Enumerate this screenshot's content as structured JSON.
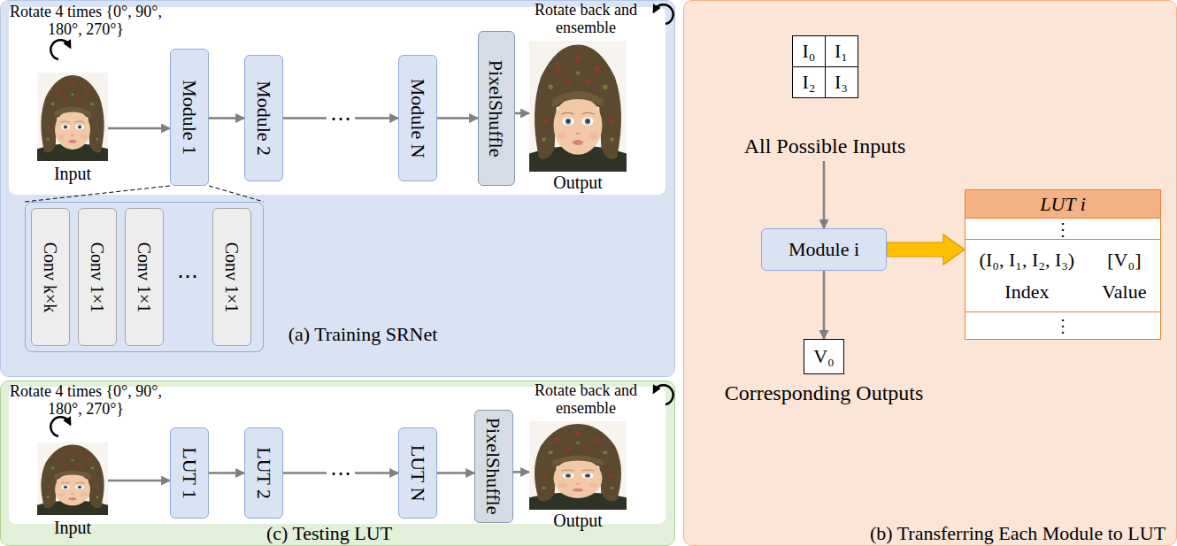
{
  "diagram": {
    "nodes": [
      {
        "text": [
          "(a) Training SRNet"
        ]
      },
      {
        "text": [
          "Input"
        ],
        "in": 0
      },
      {
        "text": [
          "Module 1"
        ],
        "in": 0
      },
      {
        "text": [
          "Module 2"
        ],
        "in": 0
      },
      {
        "text": [
          "Module N"
        ],
        "in": 0
      },
      {
        "text": [
          "PixelShuffle"
        ],
        "in": 0
      },
      {
        "text": [
          "Output"
        ],
        "in": 0
      },
      {
        "text": [
          "⋯"
        ],
        "in": 0
      },
      {
        "text": [
          "Conv k×k"
        ],
        "in": 7
      },
      {
        "text": [
          "Conv 1×1"
        ],
        "in": 7
      },
      {
        "text": [
          "Conv 1×1"
        ],
        "in": 7
      },
      {
        "text": [
          "Conv 1×1"
        ],
        "in": 7
      },
      {
        "text": [
          "(b) Transferring Each Module to LUT"
        ]
      },
      {
        "text": [
          "All Possible Inputs"
        ],
        "in": 12
      },
      {
        "text": [
          "I₀"
        ],
        "in": 13
      },
      {
        "text": [
          "I₁"
        ],
        "in": 13
      },
      {
        "text": [
          "I₂"
        ],
        "in": 13
      },
      {
        "text": [
          "I₃"
        ],
        "in": 13
      },
      {
        "text": [
          "Module i"
        ],
        "in": 12
      },
      {
        "text": [
          "LUT i",
          "⋮",
          "(I₀, I₁, I₂, I₃)",
          "[V₀]",
          "Index",
          "Value",
          "⋮"
        ],
        "in": 12
      },
      {
        "text": [
          "V₀",
          "Corresponding Outputs"
        ],
        "in": 12
      },
      {
        "text": [
          "(c) Testing LUT"
        ]
      },
      {
        "text": [
          "Input"
        ],
        "in": 21
      },
      {
        "text": [
          "LUT 1"
        ],
        "in": 21
      },
      {
        "text": [
          "LUT 2"
        ],
        "in": 21
      },
      {
        "text": [
          "LUT N"
        ],
        "in": 21
      },
      {
        "text": [
          "PixelShuffle"
        ],
        "in": 21
      },
      {
        "text": [
          "Output"
        ],
        "in": 21
      }
    ],
    "edges": [
      {
        "from": 1,
        "to": 2,
        "arrow": "to"
      },
      {
        "from": 2,
        "to": 3,
        "arrow": "to"
      },
      {
        "from": 3,
        "to": 4,
        "arrow": "to",
        "label": "⋯"
      },
      {
        "from": 4,
        "to": 5,
        "arrow": "to"
      },
      {
        "from": 5,
        "to": 6,
        "arrow": "to"
      },
      {
        "from": 2,
        "to": 7,
        "arrow": "none"
      },
      {
        "from": 2,
        "to": 7,
        "arrow": "none"
      },
      {
        "from": 13,
        "to": 18,
        "arrow": "to"
      },
      {
        "from": 18,
        "to": 19,
        "arrow": "to"
      },
      {
        "from": 18,
        "to": 20,
        "arrow": "to"
      },
      {
        "from": 22,
        "to": 23,
        "arrow": "to"
      },
      {
        "from": 23,
        "to": 24,
        "arrow": "to"
      },
      {
        "from": 24,
        "to": 25,
        "arrow": "to",
        "label": "⋯"
      },
      {
        "from": 25,
        "to": 26,
        "arrow": "to"
      },
      {
        "from": 26,
        "to": 27,
        "arrow": "to"
      }
    ],
    "labels": [
      "Rotate 4 times {0°, 90°, 180°, 270°}",
      "Rotate back and ensemble",
      "Rotate 4 times {0°, 90°, 180°, 270°}",
      "Rotate back and ensemble"
    ]
  }
}
